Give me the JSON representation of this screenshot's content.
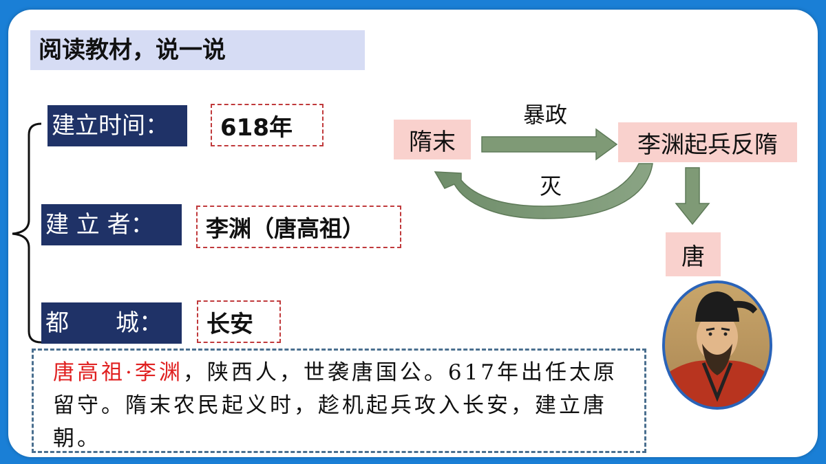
{
  "title": "阅读教材，说一说",
  "rows": [
    {
      "label": "建立时间：",
      "value": "618年"
    },
    {
      "label": "建 立 者：",
      "value": "李渊（唐高祖）"
    },
    {
      "label": "都　　城：",
      "value": "长安"
    }
  ],
  "flow": {
    "start": "隋末",
    "arrow_top": "暴政",
    "middle": "李渊起兵反隋",
    "arrow_back": "灭",
    "end": "唐"
  },
  "description": {
    "highlight": "唐高祖·李渊",
    "text": "，陕西人，世袭唐国公。617年出任太原留守。隋末农民起义时，趁机起兵攻入长安，建立唐朝。"
  },
  "colors": {
    "background": "#1a7fd6",
    "label_bg": "#1f3267",
    "flow_box_bg": "#f9d1cd",
    "arrow": "#7f9a76",
    "highlight": "#e02020"
  }
}
